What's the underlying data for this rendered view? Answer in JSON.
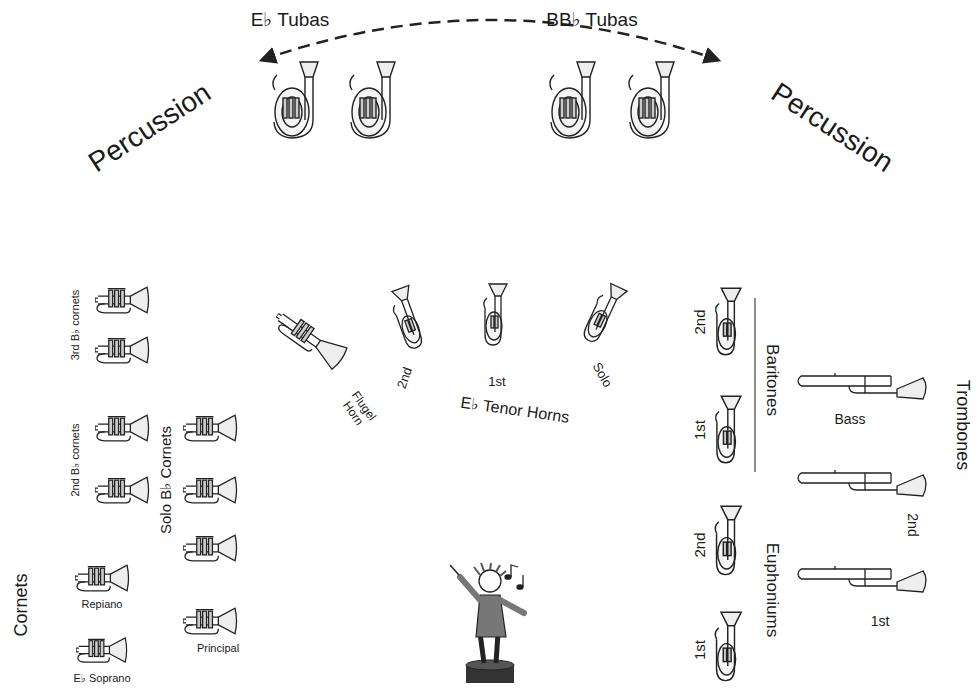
{
  "diagram": {
    "labels": [
      "Percussion",
      "Percussion",
      "E♭ Tubas",
      "BB♭ Tubas",
      "3rd B♭ cornets",
      "2nd B♭ cornets",
      "Solo B♭ Cornets",
      "Cornets",
      "Repiano",
      "Principal",
      "E♭ Soprano",
      "Flugel Horn",
      "2nd",
      "1st",
      "Solo",
      "E♭ Tenor Horns",
      "2nd",
      "Baritones",
      "1st",
      "2nd",
      "Euphoniums",
      "1st",
      "Trombones",
      "Bass",
      "2nd",
      "1st"
    ]
  }
}
